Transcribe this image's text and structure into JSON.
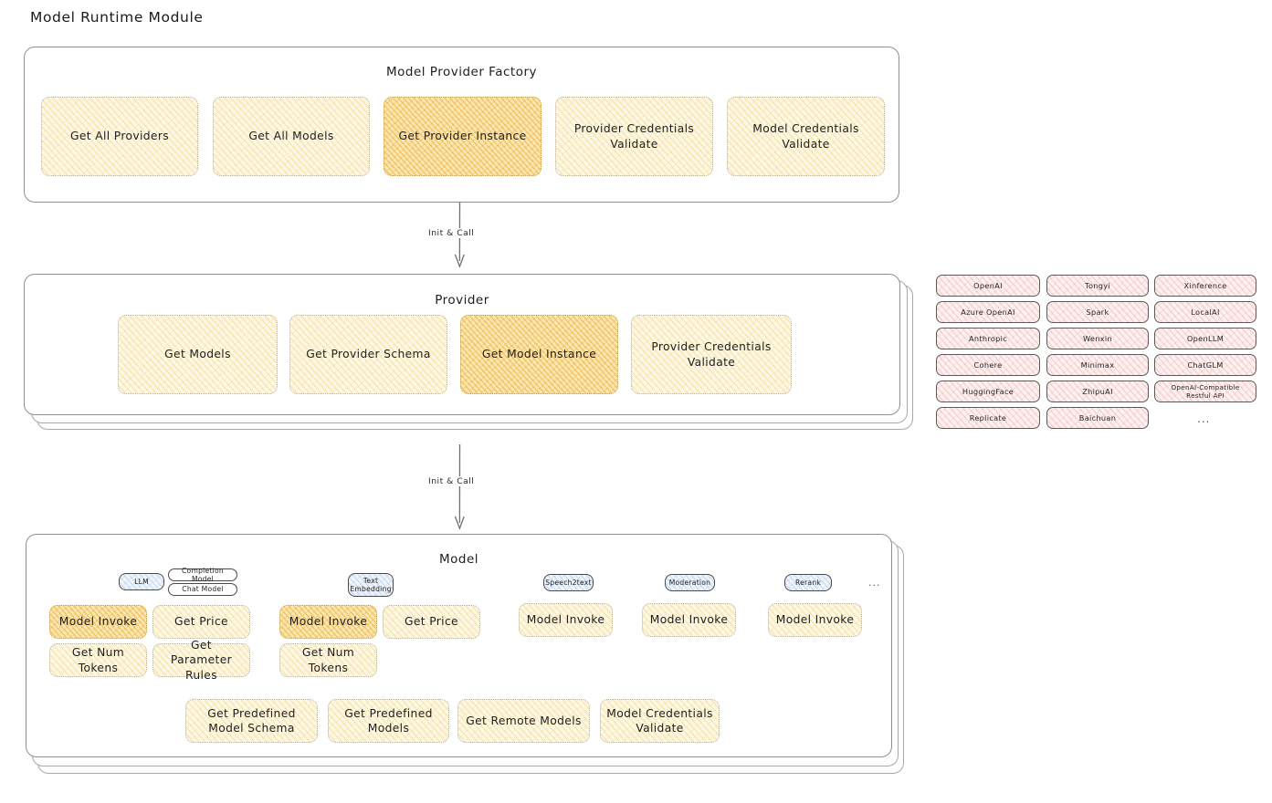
{
  "title": "Model Runtime Module",
  "factory": {
    "title": "Model Provider Factory",
    "nodes": [
      {
        "label": "Get All Providers",
        "emphasis": false
      },
      {
        "label": "Get All Models",
        "emphasis": false
      },
      {
        "label": "Get Provider Instance",
        "emphasis": true
      },
      {
        "label": "Provider Credentials Validate",
        "emphasis": false
      },
      {
        "label": "Model Credentials Validate",
        "emphasis": false
      }
    ]
  },
  "arrows": [
    {
      "label": "Init & Call"
    },
    {
      "label": "Init & Call"
    }
  ],
  "provider": {
    "title": "Provider",
    "nodes": [
      {
        "label": "Get Models",
        "emphasis": false
      },
      {
        "label": "Get Provider Schema",
        "emphasis": false
      },
      {
        "label": "Get Model Instance",
        "emphasis": true
      },
      {
        "label": "Provider Credentials Validate",
        "emphasis": false
      }
    ]
  },
  "provider_list": {
    "columns": [
      [
        "OpenAI",
        "Azure OpenAI",
        "Anthropic",
        "Cohere",
        "HuggingFace",
        "Replicate"
      ],
      [
        "Tongyi",
        "Spark",
        "Wenxin",
        "Minimax",
        "ZhipuAI",
        "Baichuan"
      ],
      [
        "Xinference",
        "LocalAI",
        "OpenLLM",
        "ChatGLM",
        "OpenAI-Compatible Restful API"
      ]
    ],
    "more": "..."
  },
  "model": {
    "title": "Model",
    "more": "...",
    "types": [
      {
        "label": "LLM",
        "style": "filled"
      },
      {
        "label": "Completion Model",
        "style": "plain"
      },
      {
        "label": "Chat Model",
        "style": "plain"
      },
      {
        "label": "Text Embedding",
        "style": "filled"
      },
      {
        "label": "Speech2text",
        "style": "filled"
      },
      {
        "label": "Moderation",
        "style": "filled"
      },
      {
        "label": "Rerank",
        "style": "filled"
      }
    ],
    "methods": [
      {
        "label": "Model Invoke",
        "emphasis": true
      },
      {
        "label": "Get Price",
        "emphasis": false
      },
      {
        "label": "Get Num Tokens",
        "emphasis": false
      },
      {
        "label": "Get Parameter Rules",
        "emphasis": false
      },
      {
        "label": "Model Invoke",
        "emphasis": true
      },
      {
        "label": "Get Price",
        "emphasis": false
      },
      {
        "label": "Get Num Tokens",
        "emphasis": false
      },
      {
        "label": "Model Invoke",
        "emphasis": true
      },
      {
        "label": "Model Invoke",
        "emphasis": true
      },
      {
        "label": "Model Invoke",
        "emphasis": true
      }
    ],
    "shared": [
      {
        "label": "Get Predefined Model Schema"
      },
      {
        "label": "Get Predefined Models"
      },
      {
        "label": "Get Remote Models"
      },
      {
        "label": "Model Credentials Validate"
      }
    ]
  },
  "colors": {
    "amber_light": "#fdf8e6",
    "amber_dark": "#fbe6b4",
    "pink": "#fdf0f0",
    "blue": "#eef4fb",
    "stroke": "#8e8e8e",
    "text": "#1e1e1e"
  }
}
